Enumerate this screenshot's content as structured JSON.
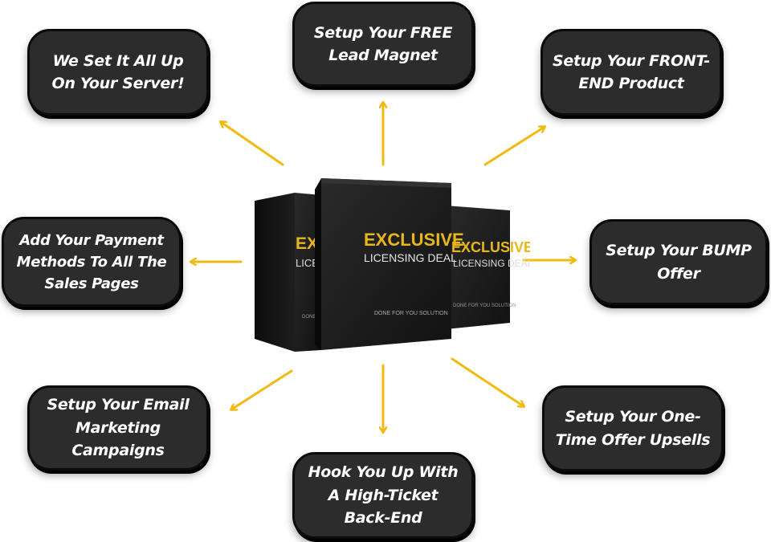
{
  "center": {
    "title": "EXCLUSIVE",
    "subtitle": "LICENSING DEAL",
    "tagline": "DONE FOR YOU SOLUTION",
    "accent_color": "#e8b81a"
  },
  "bubbles": [
    {
      "id": "we-set-up",
      "text": "We Set It All Up On Your Server!"
    },
    {
      "id": "lead-magnet",
      "text": "Setup Your FREE Lead Magnet"
    },
    {
      "id": "front-end",
      "text": "Setup Your FRONT-END Product"
    },
    {
      "id": "payment",
      "text": "Add Your Payment Methods To All The Sales Pages"
    },
    {
      "id": "bump",
      "text": "Setup Your BUMP Offer"
    },
    {
      "id": "email",
      "text": "Setup Your Email Marketing Campaigns"
    },
    {
      "id": "back-end",
      "text": "Hook You Up With A High-Ticket Back-End"
    },
    {
      "id": "upsells",
      "text": "Setup Your One-Time Offer Upsells"
    }
  ],
  "colors": {
    "arrow": "#f2b90f",
    "bubble_bg": "#2c2c2c",
    "bubble_text": "#ffffff",
    "box_dark": "#1c1c1c"
  }
}
